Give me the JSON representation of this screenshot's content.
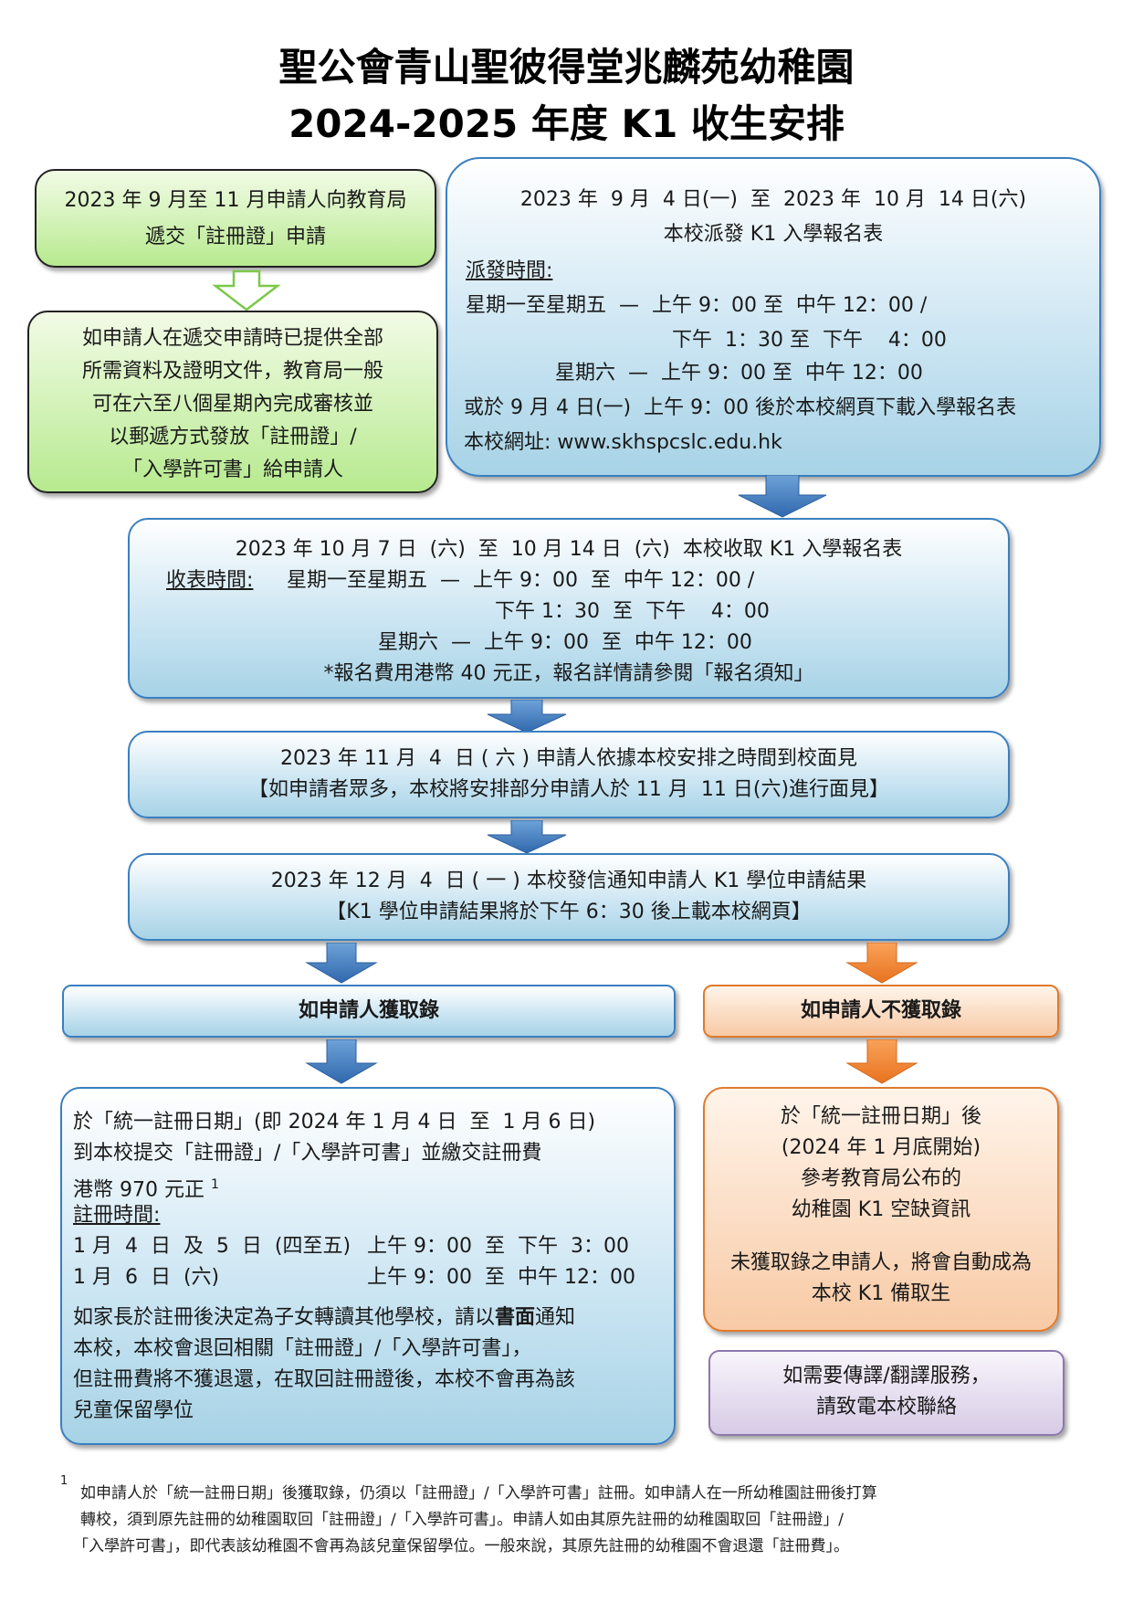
{
  "title": {
    "line1": "聖公會青山聖彼得堂兆麟苑幼稚園",
    "line2": "2024-2025 年度 K1 收生安排"
  },
  "box_register": {
    "lines": [
      "2023 年 9 月至 11 月申請人向教育局",
      "遞交「註冊證」申請"
    ]
  },
  "box_review": {
    "lines": [
      "如申請人在遞交申請時已提供全部",
      "所需資料及證明文件，教育局一般",
      "可在六至八個星期內完成審核並",
      "以郵遞方式發放「註冊證」/",
      "「入學許可書」給申請人"
    ]
  },
  "box_distribute": {
    "line1": "2023 年  9 月  4 日(一)  至  2023 年  10 月  14 日(六)",
    "line2": "本校派發 K1 入學報名表",
    "label": "派發時間:",
    "weekday": "星期一至星期五  —  上午 9：00 至  中午 12：00 /",
    "afternoon": "下午  1：30 至  下午    4：00",
    "saturday": "星期六  —  上午 9：00 至  中午 12：00",
    "download": "或於 9 月 4 日(一)  上午 9：00 後於本校網頁下載入學報名表",
    "website": "本校網址: www.skhspcslc.edu.hk"
  },
  "box_collect": {
    "line1": "2023 年 10 月 7 日  (六)  至  10 月 14 日  (六)  本校收取 K1 入學報名表",
    "label": "收表時間:",
    "weekday": "星期一至星期五  —  上午 9：00  至  中午 12：00 /",
    "afternoon": "下午 1：30  至  下午    4：00",
    "saturday": "星期六  —  上午 9：00  至  中午 12：00",
    "fee": "*報名費用港幣 40 元正，報名詳情請參閱「報名須知」"
  },
  "box_interview": {
    "line1": "2023 年 11 月  4  日 ( 六 ) 申請人依據本校安排之時間到校面見",
    "line2": "【如申請者眾多，本校將安排部分申請人於 11 月  11 日(六)進行面見】"
  },
  "box_result": {
    "line1": "2023 年 12 月  4  日 ( 一 ) 本校發信通知申請人 K1 學位申請結果",
    "line2": "【K1 學位申請結果將於下午 6：30 後上載本校網頁】"
  },
  "branch": {
    "admitted": "如申請人獲取錄",
    "not_admitted": "如申請人不獲取錄"
  },
  "box_admitted": {
    "line1": "於「統一註冊日期」(即 2024 年 1 月 4 日  至  1 月 6 日)",
    "line2": "到本校提交「註冊證」/「入學許可書」並繳交註冊費",
    "line3": "港幣 970 元正",
    "line3_sup": "1",
    "label": "註冊時間:",
    "day1_date": "1 月  4  日  及  5  日  (四至五)",
    "day1_time": "上午 9：00  至  下午  3：00",
    "day2_date": "1 月  6  日  (六)",
    "day2_time": "上午 9：00  至  中午 12：00",
    "note1_a": "如家長於註冊後決定為子女轉讀其他學校，請以",
    "note1_bold": "書面",
    "note1_b": "通知",
    "note2": "本校，本校會退回相關「註冊證」/「入學許可書」，",
    "note3": "但註冊費將不獲退還，在取回註冊證後，本校不會再為該",
    "note4": "兒童保留學位"
  },
  "box_not_admitted": {
    "lines": [
      "於「統一註冊日期」後",
      "(2024 年 1 月底開始)",
      "參考教育局公布的",
      "幼稚園 K1 空缺資訊"
    ],
    "waitlist": [
      "未獲取錄之申請人，將會自動成為",
      "本校 K1 備取生"
    ]
  },
  "box_translation": {
    "lines": [
      "如需要傳譯/翻譯服務，",
      "請致電本校聯絡"
    ]
  },
  "footnote": {
    "marker": "1",
    "line1": "如申請人於「統一註冊日期」後獲取錄，仍須以「註冊證」/「入學許可書」註冊。如申請人在一所幼稚園註冊後打算",
    "line2": "轉校，須到原先註冊的幼稚園取回「註冊證」/「入學許可書」。申請人如由其原先註冊的幼稚園取回「註冊證」/",
    "line3": "「入學許可書」，即代表該幼稚園不會再為該兒童保留學位。一般來說，其原先註冊的幼稚園不會退還「註冊費」。"
  },
  "colors": {
    "green": "#b7ea8f",
    "blue": "#a7d3e6",
    "blue_border": "#3a7fc0",
    "orange": "#f8caa5",
    "orange_arrow": "#f08a36",
    "purple": "#d7cbe6"
  }
}
